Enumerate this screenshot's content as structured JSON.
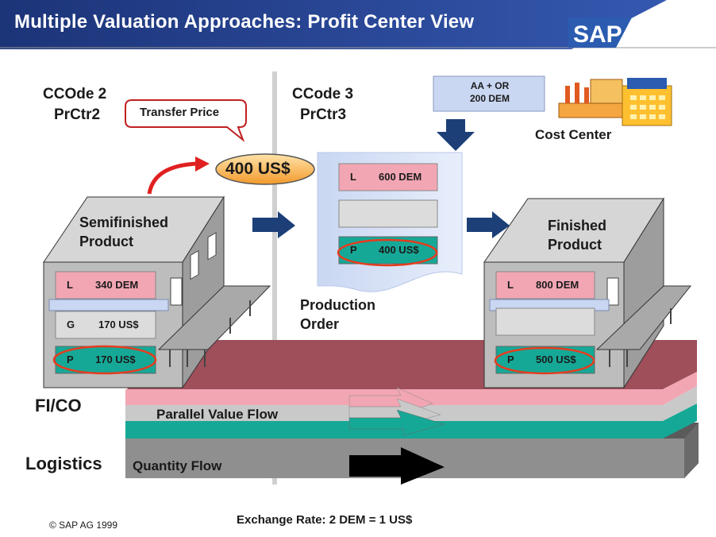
{
  "header": {
    "title": "Multiple Valuation Approaches: Profit Center View",
    "logo_text": "SAP",
    "bg_color": "#2a4a9a",
    "logo_color": "#2b5cb0"
  },
  "left_unit": {
    "code": "CCOde 2",
    "profit_center": "PrCtr2",
    "product": [
      "Semifinished",
      "Product"
    ],
    "rows": [
      {
        "key": "L",
        "value": "340 DEM"
      },
      {
        "key": "G",
        "value": "170 US$"
      },
      {
        "key": "P",
        "value": "170 US$"
      }
    ]
  },
  "transfer_price": {
    "label": "Transfer Price",
    "value": "400 US$"
  },
  "middle_unit": {
    "code": "CCode 3",
    "profit_center": "PrCtr3",
    "order_label": [
      "Production",
      "Order"
    ],
    "rows": [
      {
        "key": "L",
        "value": "600 DEM"
      },
      {
        "key": "",
        "value": ""
      },
      {
        "key": "P",
        "value": "400 US$"
      }
    ]
  },
  "cost_center": {
    "box_text": [
      "AA + OR",
      "200 DEM"
    ],
    "label": "Cost Center"
  },
  "right_unit": {
    "product": [
      "Finished",
      "Product"
    ],
    "rows": [
      {
        "key": "L",
        "value": "800 DEM"
      },
      {
        "key": "",
        "value": ""
      },
      {
        "key": "P",
        "value": "500 US$"
      }
    ]
  },
  "flows": {
    "fico_label": "FI/CO",
    "parallel_label": "Parallel Value Flow",
    "logistics_label": "Logistics",
    "quantity_label": "Quantity Flow"
  },
  "footer": {
    "copyright": "© SAP AG 1999",
    "exchange_rate": "Exchange Rate: 2 DEM = 1 US$"
  },
  "colors": {
    "pink": "#f2a6b4",
    "teal": "#16a896",
    "gray": "#c9c9c9",
    "maroon": "#a0505a",
    "navy": "#1c3f78",
    "orange": "#f4a640",
    "highlight": "#e63c1e"
  }
}
